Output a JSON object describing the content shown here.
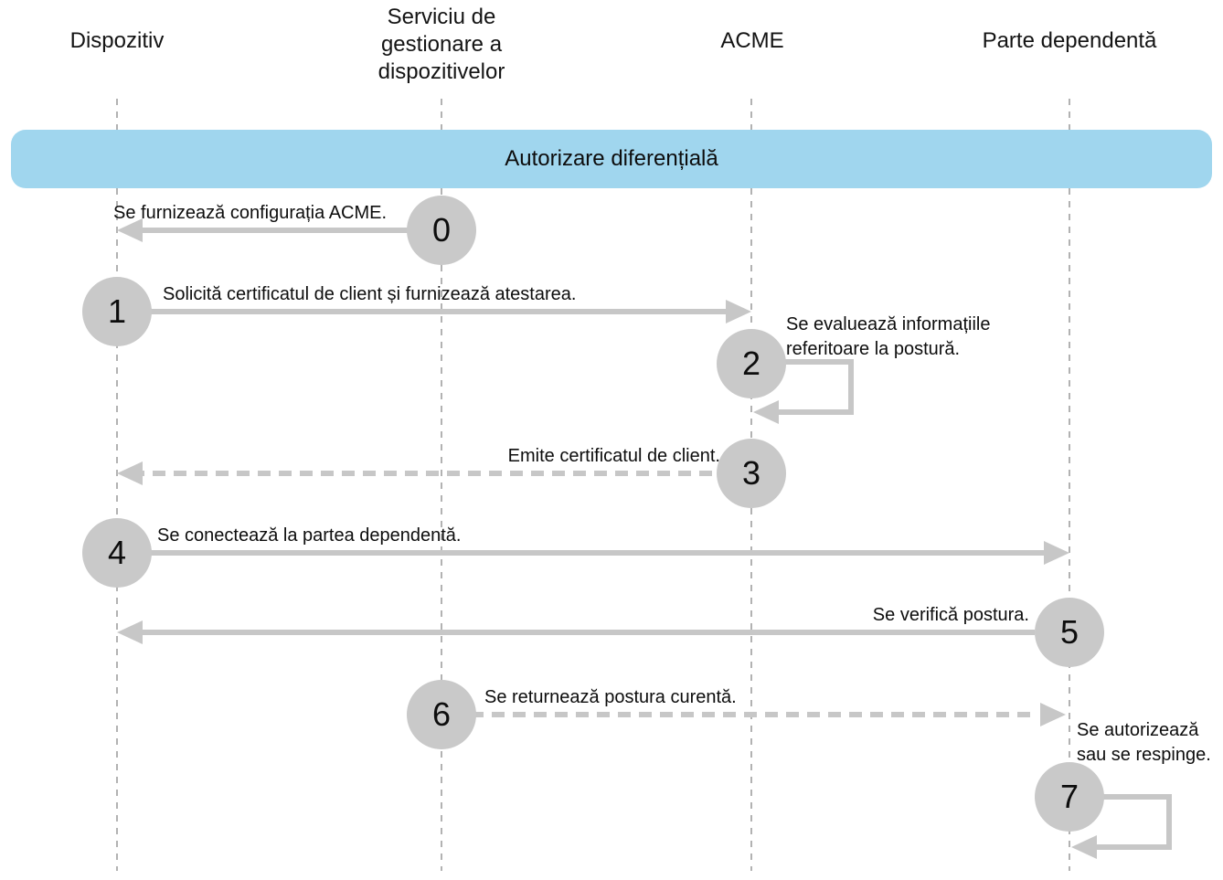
{
  "diagram": {
    "title": "Autorizare diferențială",
    "banner": {
      "label": "Autorizare diferențială",
      "bg_color": "#a0d6ee"
    },
    "actors": [
      {
        "id": "device",
        "label": "Dispozitiv"
      },
      {
        "id": "mdm",
        "label": "Serviciu de gestionare a dispozitivelor"
      },
      {
        "id": "acme",
        "label": "ACME"
      },
      {
        "id": "relying",
        "label": "Parte dependentă"
      }
    ],
    "steps": [
      {
        "num": "0",
        "label": "Se furnizează configurația ACME.",
        "from": "mdm",
        "to": "device",
        "style": "solid"
      },
      {
        "num": "1",
        "label": "Solicită certificatul de client și furnizează atestarea.",
        "from": "device",
        "to": "acme",
        "style": "solid"
      },
      {
        "num": "2",
        "label": "Se evaluează informațiile referitoare la postură.",
        "from": "acme",
        "to": "acme",
        "style": "self-loop"
      },
      {
        "num": "3",
        "label": "Emite certificatul de client.",
        "from": "acme",
        "to": "device",
        "style": "dashed"
      },
      {
        "num": "4",
        "label": "Se conectează la partea dependentă.",
        "from": "device",
        "to": "relying",
        "style": "solid"
      },
      {
        "num": "5",
        "label": "Se verifică postura.",
        "from": "relying",
        "to": "device",
        "style": "solid"
      },
      {
        "num": "6",
        "label": "Se returnează postura curentă.",
        "from": "mdm",
        "to": "relying",
        "style": "dashed"
      },
      {
        "num": "7",
        "label": "Se autorizează sau se respinge.",
        "from": "relying",
        "to": "relying",
        "style": "self-loop"
      }
    ],
    "colors": {
      "arrow": "#c7c7c7",
      "circle": "#c9c9c9",
      "lifeline": "#b2b2b2",
      "banner": "#a0d6ee",
      "text": "#0d0d0d"
    }
  }
}
